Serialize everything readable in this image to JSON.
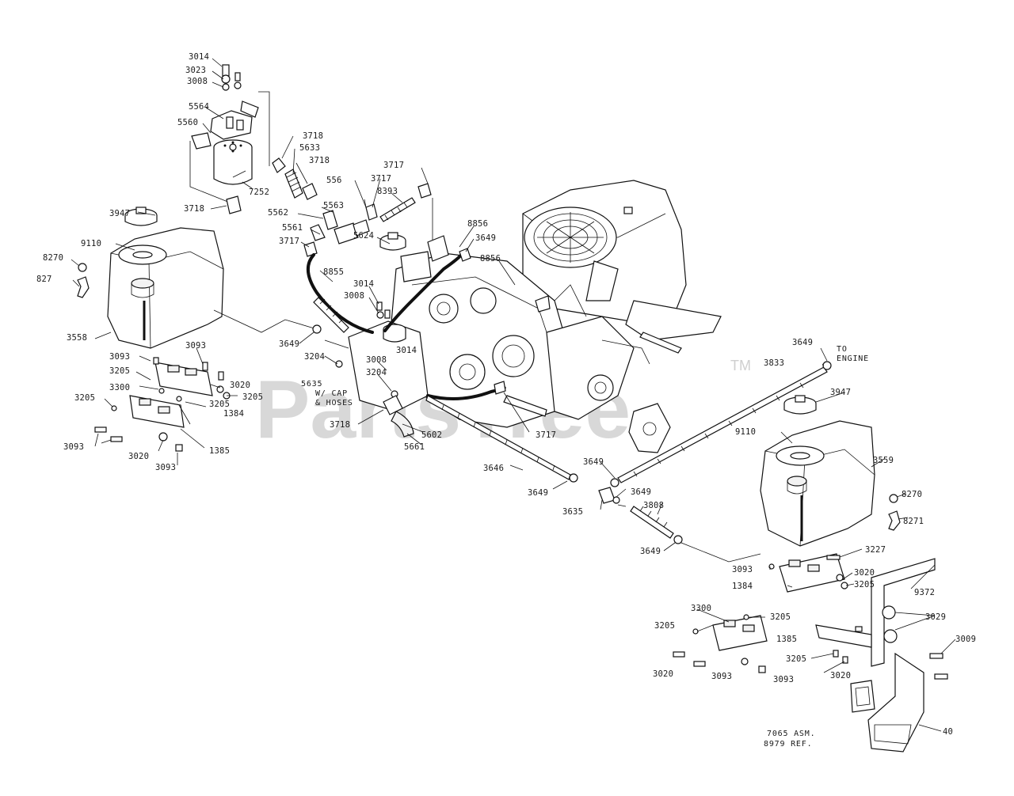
{
  "watermark": {
    "text": "PartsTree",
    "trademark": "TM"
  },
  "notes": {
    "to_engine": [
      "TO",
      "ENGINE"
    ],
    "cap_hoses": [
      "5635",
      "W/ CAP",
      "& HOSES"
    ],
    "assembly": [
      "7065 ASM.",
      "8979 REF."
    ]
  },
  "callouts": [
    {
      "id": "3014",
      "text": "3014"
    },
    {
      "id": "3023",
      "text": "3023"
    },
    {
      "id": "3008",
      "text": "3008"
    },
    {
      "id": "5564",
      "text": "5564"
    },
    {
      "id": "5560",
      "text": "5560"
    },
    {
      "id": "3718",
      "text": "3718"
    },
    {
      "id": "5633",
      "text": "5633"
    },
    {
      "id": "3718",
      "text": "3718"
    },
    {
      "id": "3717",
      "text": "3717"
    },
    {
      "id": "556",
      "text": "556"
    },
    {
      "id": "3717",
      "text": "3717"
    },
    {
      "id": "8393",
      "text": "8393"
    },
    {
      "id": "7252",
      "text": "7252"
    },
    {
      "id": "3718",
      "text": "3718"
    },
    {
      "id": "5562",
      "text": "5562"
    },
    {
      "id": "5563",
      "text": "5563"
    },
    {
      "id": "5561",
      "text": "5561"
    },
    {
      "id": "3717",
      "text": "3717"
    },
    {
      "id": "8856",
      "text": "8856"
    },
    {
      "id": "3649",
      "text": "3649"
    },
    {
      "id": "5624",
      "text": "5624"
    },
    {
      "id": "8856",
      "text": "8856"
    },
    {
      "id": "3947",
      "text": "3947"
    },
    {
      "id": "9110",
      "text": "9110"
    },
    {
      "id": "8270",
      "text": "8270"
    },
    {
      "id": "827",
      "text": "827"
    },
    {
      "id": "8855",
      "text": "8855"
    },
    {
      "id": "3014",
      "text": "3014"
    },
    {
      "id": "3008",
      "text": "3008"
    },
    {
      "id": "3558",
      "text": "3558"
    },
    {
      "id": "3649",
      "text": "3649"
    },
    {
      "id": "3204",
      "text": "3204"
    },
    {
      "id": "3014",
      "text": "3014"
    },
    {
      "id": "3008",
      "text": "3008"
    },
    {
      "id": "3204",
      "text": "3204"
    },
    {
      "id": "3093",
      "text": "3093"
    },
    {
      "id": "3093",
      "text": "3093"
    },
    {
      "id": "3205",
      "text": "3205"
    },
    {
      "id": "3300",
      "text": "3300"
    },
    {
      "id": "3020",
      "text": "3020"
    },
    {
      "id": "3205",
      "text": "3205"
    },
    {
      "id": "3205",
      "text": "3205"
    },
    {
      "id": "1384",
      "text": "1384"
    },
    {
      "id": "3205",
      "text": "3205"
    },
    {
      "id": "3093",
      "text": "3093"
    },
    {
      "id": "3020",
      "text": "3020"
    },
    {
      "id": "1385",
      "text": "1385"
    },
    {
      "id": "3093",
      "text": "3093"
    },
    {
      "id": "3718",
      "text": "3718"
    },
    {
      "id": "5602",
      "text": "5602"
    },
    {
      "id": "5661",
      "text": "5661"
    },
    {
      "id": "3717",
      "text": "3717"
    },
    {
      "id": "3649",
      "text": "3649"
    },
    {
      "id": "3833",
      "text": "3833"
    },
    {
      "id": "3947",
      "text": "3947"
    },
    {
      "id": "9110",
      "text": "9110"
    },
    {
      "id": "3559",
      "text": "3559"
    },
    {
      "id": "3646",
      "text": "3646"
    },
    {
      "id": "3649",
      "text": "3649"
    },
    {
      "id": "3649",
      "text": "3649"
    },
    {
      "id": "3649",
      "text": "3649"
    },
    {
      "id": "3635",
      "text": "3635"
    },
    {
      "id": "3808",
      "text": "3808"
    },
    {
      "id": "8270",
      "text": "8270"
    },
    {
      "id": "8271",
      "text": "8271"
    },
    {
      "id": "3649",
      "text": "3649"
    },
    {
      "id": "3227",
      "text": "3227"
    },
    {
      "id": "3093",
      "text": "3093"
    },
    {
      "id": "3020",
      "text": "3020"
    },
    {
      "id": "1384",
      "text": "1384"
    },
    {
      "id": "3205",
      "text": "3205"
    },
    {
      "id": "9372",
      "text": "9372"
    },
    {
      "id": "3300",
      "text": "3300"
    },
    {
      "id": "3205",
      "text": "3205"
    },
    {
      "id": "3029",
      "text": "3029"
    },
    {
      "id": "3205",
      "text": "3205"
    },
    {
      "id": "1385",
      "text": "1385"
    },
    {
      "id": "3009",
      "text": "3009"
    },
    {
      "id": "3205",
      "text": "3205"
    },
    {
      "id": "3093",
      "text": "3093"
    },
    {
      "id": "3020",
      "text": "3020"
    },
    {
      "id": "3093",
      "text": "3093"
    },
    {
      "id": "3020",
      "text": "3020"
    },
    {
      "id": "40",
      "text": "40"
    }
  ]
}
